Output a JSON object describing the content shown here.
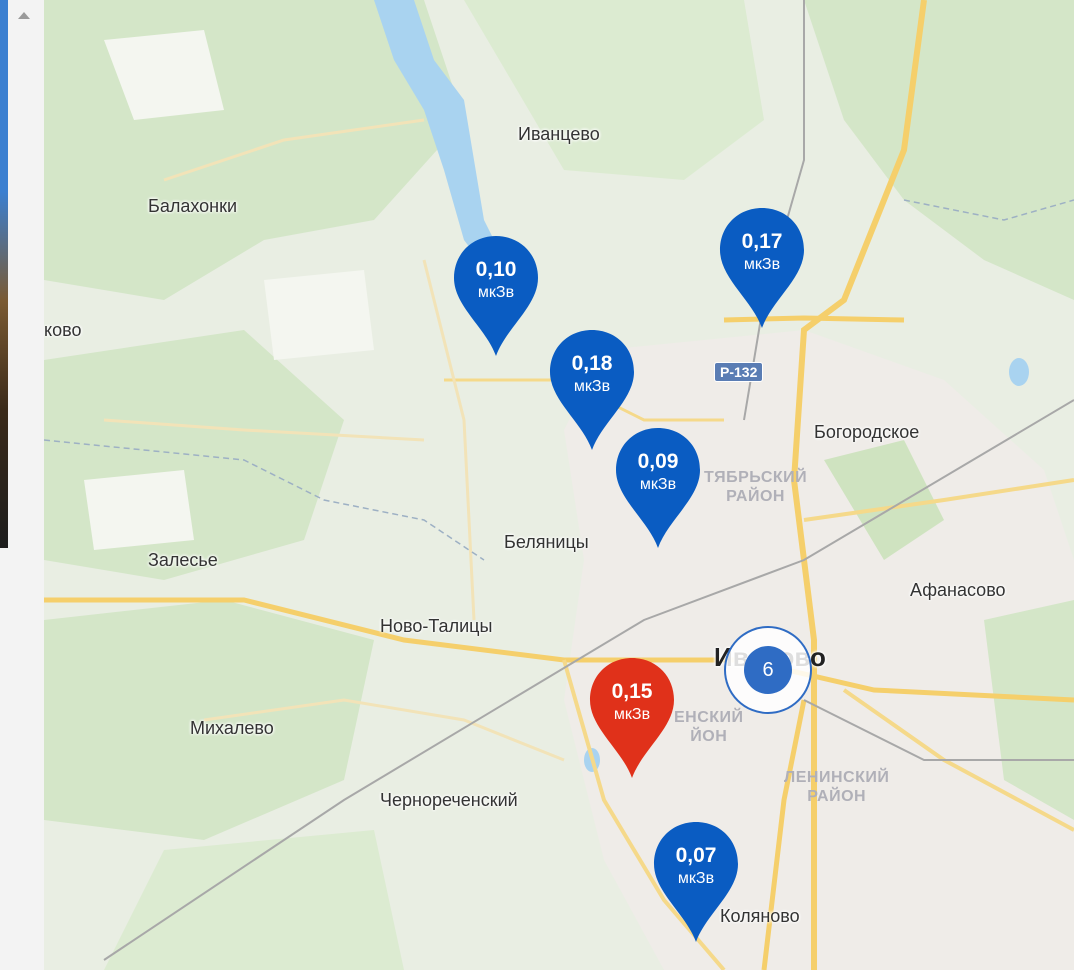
{
  "places": {
    "ivantsevo": "Иванцево",
    "balakhonki": "Балахонки",
    "kovo": "ково",
    "bogorodskoe": "Богородское",
    "belyanitsy": "Беляницы",
    "zalesye": "Залесье",
    "afanasovo": "Афанасово",
    "novo_talitsy": "Ново-Талицы",
    "ivanovo": "Иваново",
    "mikhalevo": "Михалево",
    "chernorechensky": "Черноречeнский",
    "kolyanovo": "Коляново"
  },
  "districts": {
    "oktyabrsky": "ТЯБРЬСКИЙ\nРАЙОН",
    "leninsky": "ЛЕНИНСКИЙ\nРАЙОН",
    "frunzensky": "ЕНСКИЙ\nЙОН"
  },
  "road_shield": "Р-132",
  "markers": [
    {
      "value": "0,10",
      "unit": "мкЗв",
      "color": "#0a5cc2"
    },
    {
      "value": "0,17",
      "unit": "мкЗв",
      "color": "#0a5cc2"
    },
    {
      "value": "0,18",
      "unit": "мкЗв",
      "color": "#0a5cc2"
    },
    {
      "value": "0,09",
      "unit": "мкЗв",
      "color": "#0a5cc2"
    },
    {
      "value": "0,15",
      "unit": "мкЗв",
      "color": "#e0311a"
    },
    {
      "value": "0,07",
      "unit": "мкЗв",
      "color": "#0a5cc2"
    }
  ],
  "cluster": {
    "count": "6",
    "color": "#2f6cc4"
  }
}
